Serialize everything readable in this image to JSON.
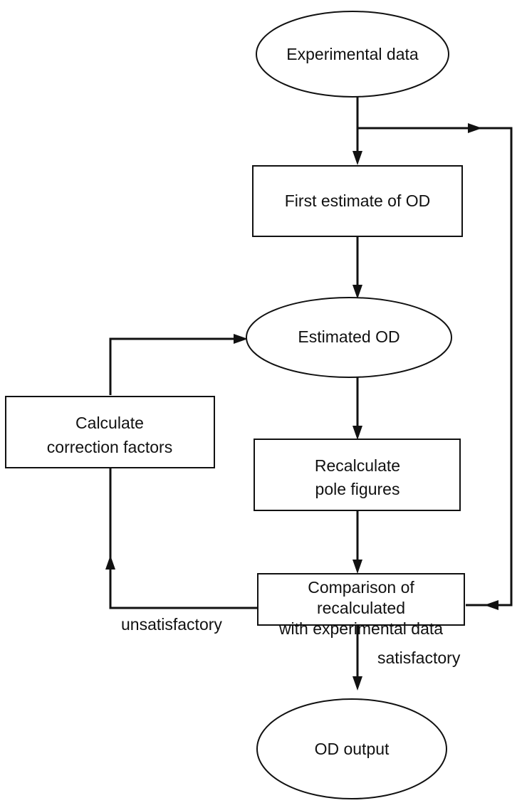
{
  "diagram": {
    "nodes": {
      "experimental_data": "Experimental data",
      "first_estimate": "First estimate of OD",
      "estimated_od": "Estimated OD",
      "recalculate": [
        "Recalculate",
        "pole figures"
      ],
      "comparison": [
        "Comparison of",
        "recalculated",
        "with experimental data"
      ],
      "correction": [
        "Calculate",
        "correction factors"
      ],
      "od_output": "OD output"
    },
    "edge_labels": {
      "unsatisfactory": "unsatisfactory",
      "satisfactory": "satisfactory"
    },
    "colors": {
      "line": "#111111",
      "background": "#ffffff"
    }
  }
}
